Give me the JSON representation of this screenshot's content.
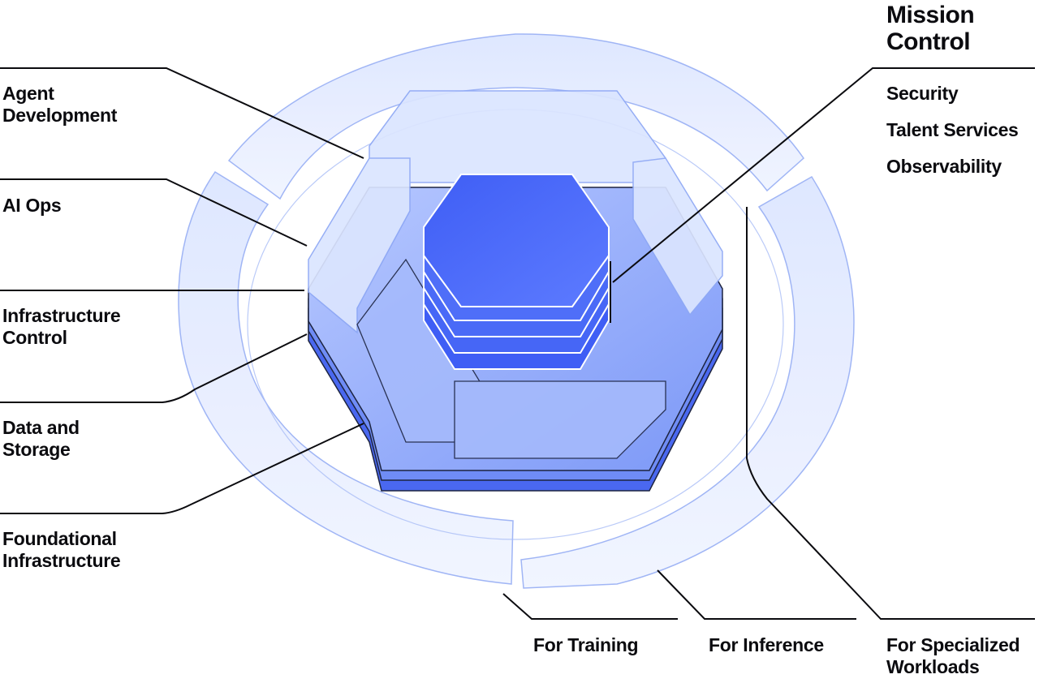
{
  "title": "Mission\nControl",
  "left_layers": [
    {
      "id": "agent-development",
      "text": "Agent\nDevelopment"
    },
    {
      "id": "ai-ops",
      "text": "AI Ops"
    },
    {
      "id": "infrastructure-control",
      "text": "Infrastructure\nControl"
    },
    {
      "id": "data-and-storage",
      "text": "Data and\nStorage"
    },
    {
      "id": "foundational-infrastructure",
      "text": "Foundational\nInfrastructure"
    }
  ],
  "mission_control_items": [
    "Security",
    "Talent Services",
    "Observability"
  ],
  "workloads": [
    {
      "id": "for-training",
      "text": "For Training"
    },
    {
      "id": "for-inference",
      "text": "For Inference"
    },
    {
      "id": "for-specialized-workloads",
      "text": "For Specialized\nWorkloads"
    }
  ],
  "colors": {
    "ring_fill": "#eaf0ff",
    "ring_stroke": "#8ea8f5",
    "core_blue": "#4d6ff7",
    "mid_blue": "#8aa8fb",
    "light_blue": "#dbe5ff",
    "leader_line": "#0b0b0f"
  }
}
